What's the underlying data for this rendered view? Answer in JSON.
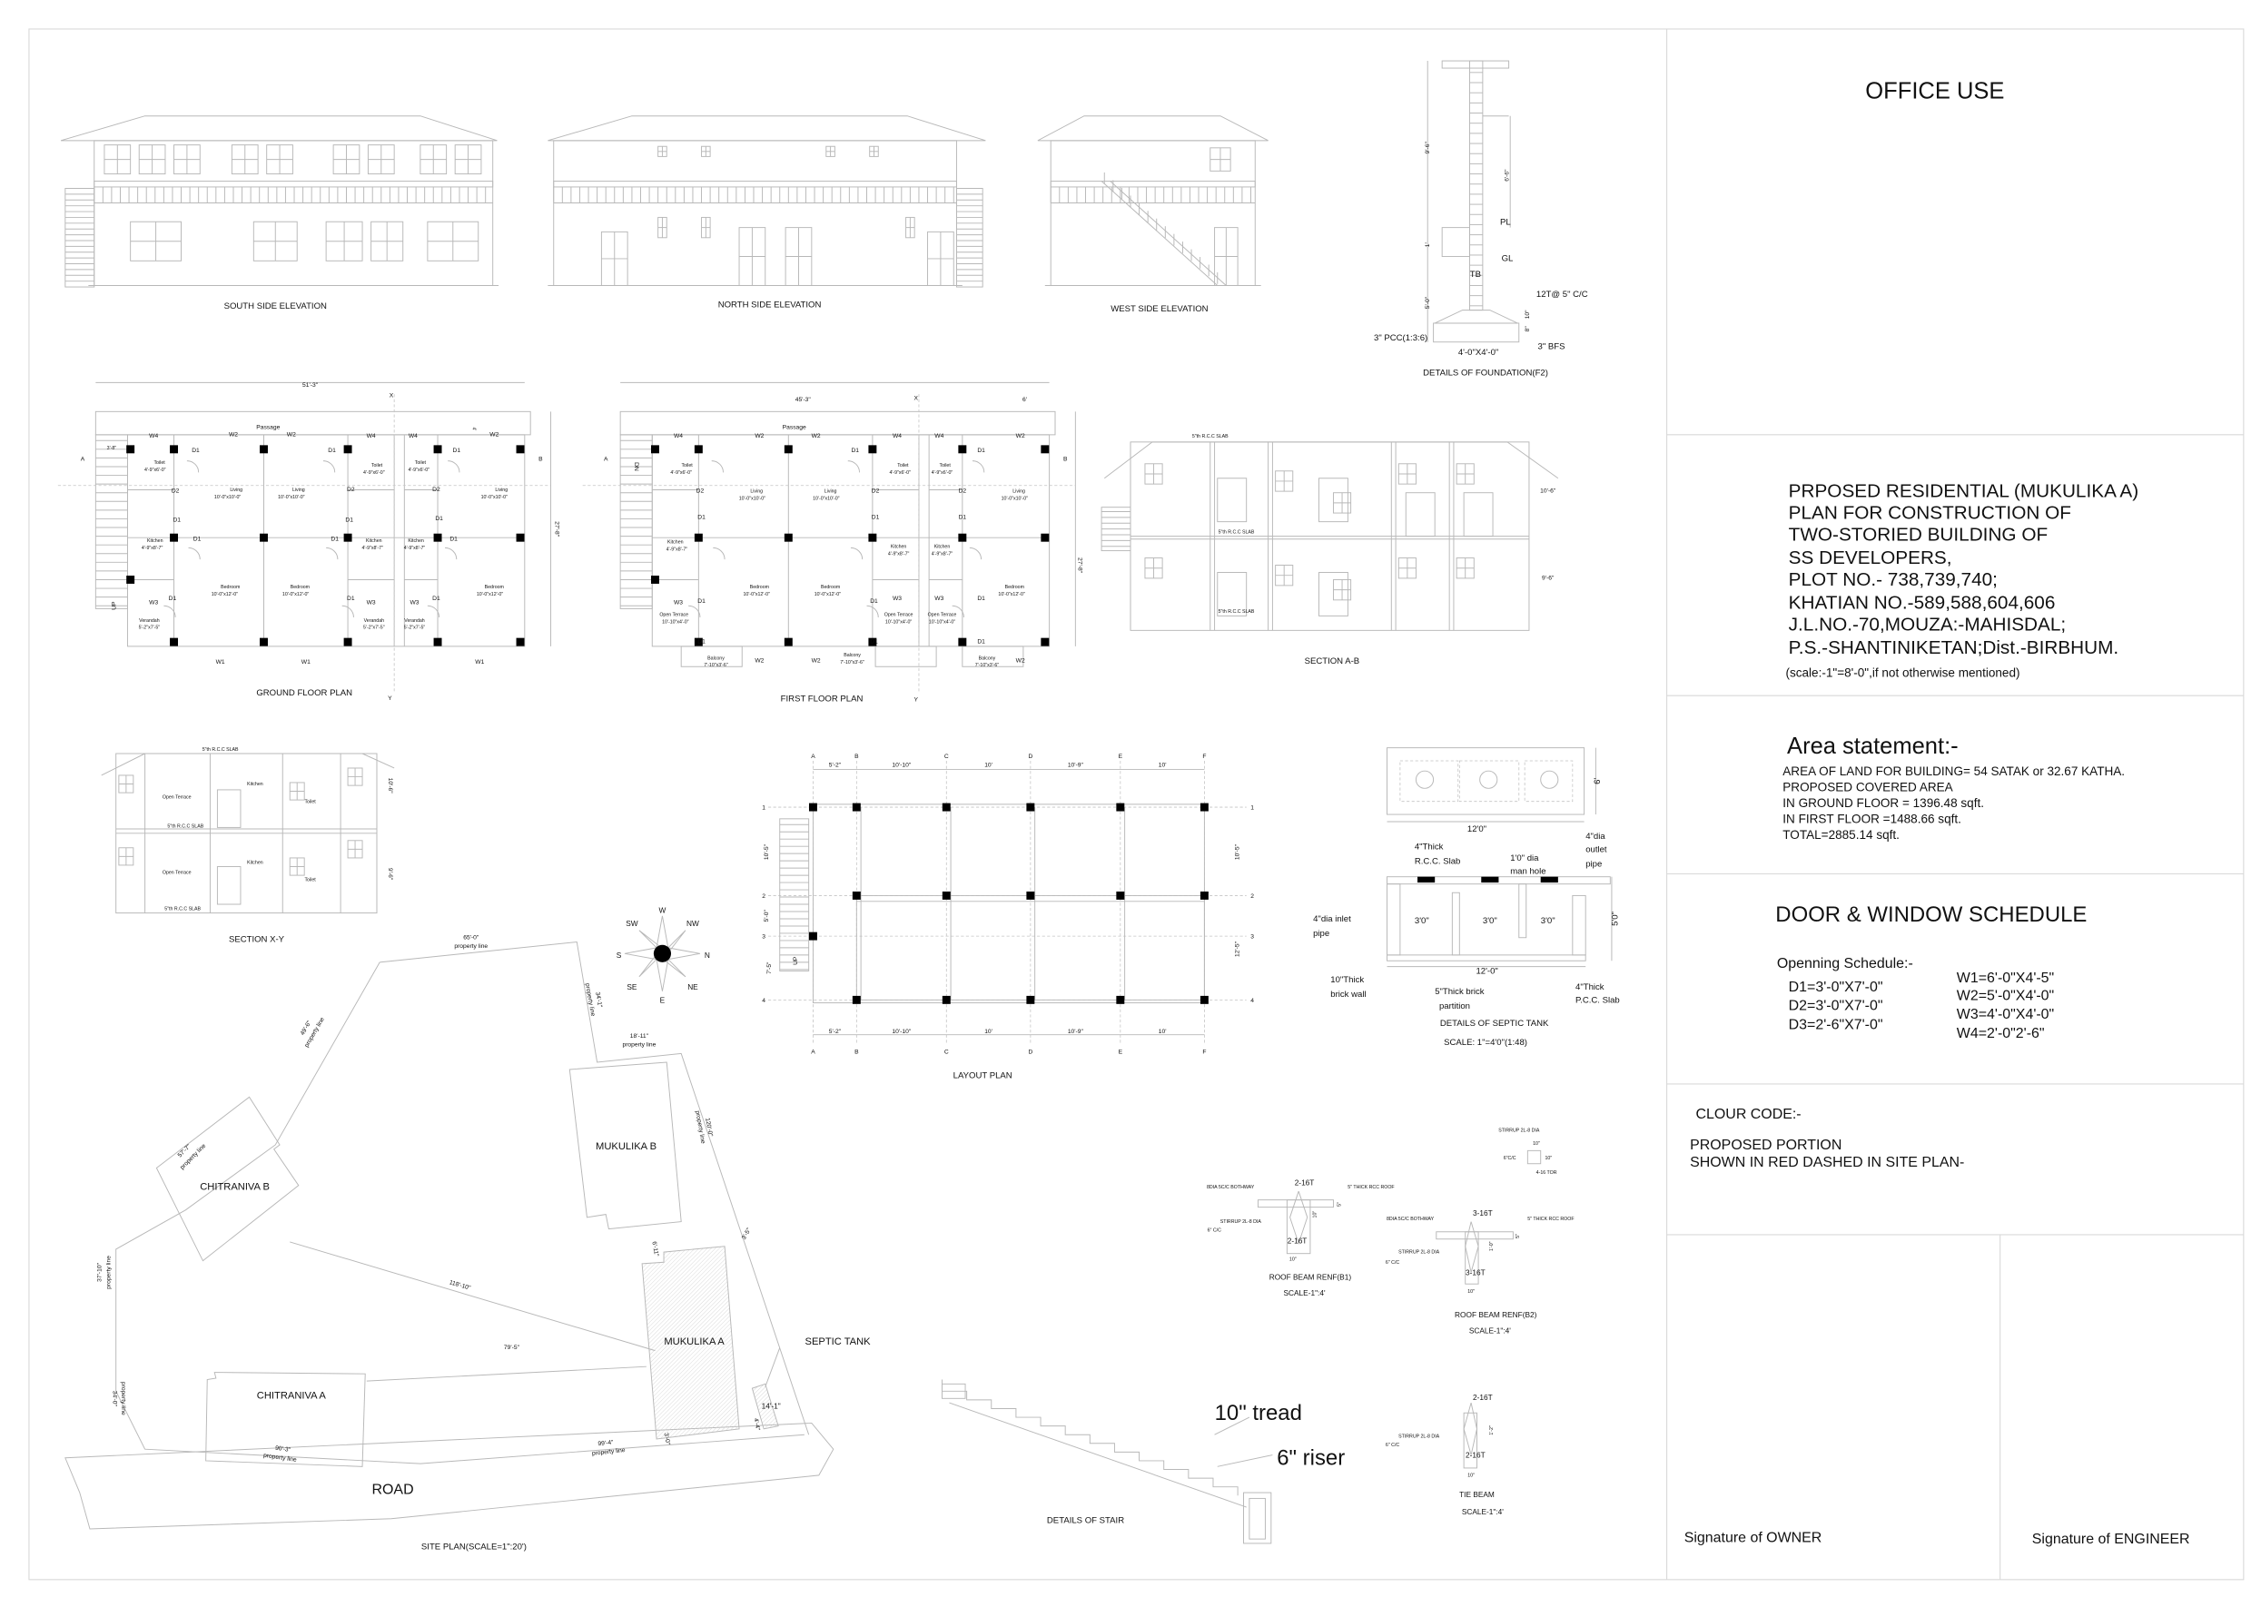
{
  "office_use": {
    "title": "OFFICE USE"
  },
  "title_block": {
    "lines": [
      "PRPOSED RESIDENTIAL (MUKULIKA A)",
      "PLAN FOR CONSTRUCTION OF",
      "TWO-STORIED BUILDING OF",
      "SS DEVELOPERS,",
      "PLOT NO.- 738,739,740;",
      "KHATIAN NO.-589,588,604,606",
      "J.L.NO.-70,MOUZA:-MAHISDAL;",
      "P.S.-SHANTINIKETAN;Dist.-BIRBHUM."
    ],
    "scale_note": "(scale:-1\"=8'-0\",if not otherwise mentioned)"
  },
  "area_statement": {
    "heading": "Area statement:-",
    "lines": [
      "AREA OF LAND FOR BUILDING= 54 SATAK or 32.67 KATHA.",
      "PROPOSED COVERED AREA",
      "IN GROUND FLOOR = 1396.48 sqft.",
      "IN FIRST FLOOR =1488.66 sqft.",
      "TOTAL=2885.14 sqft."
    ]
  },
  "schedule": {
    "heading": "DOOR & WINDOW SCHEDULE",
    "subheading": "Openning Schedule:-",
    "doors": [
      "D1=3'-0\"X7'-0\"",
      "D2=3'-0\"X7'-0\"",
      "D3=2'-6\"X7'-0\""
    ],
    "windows": [
      "W1=6'-0\"X4'-5\"",
      "W2=5'-0\"X4'-0\"",
      "W3=4'-0\"X4'-0\"",
      "W4=2'-0\"2'-6\""
    ]
  },
  "colour_code": {
    "heading": "CLOUR CODE:-",
    "lines": [
      "PROPOSED PORTION",
      "SHOWN IN RED DASHED IN SITE PLAN-"
    ]
  },
  "signatures": {
    "owner": "Signature of OWNER",
    "engineer": "Signature of ENGINEER"
  },
  "elevations": {
    "south": "SOUTH SIDE ELEVATION",
    "north": "NORTH SIDE ELEVATION",
    "west": "WEST SIDE ELEVATION"
  },
  "foundation": {
    "title": "DETAILS OF FOUNDATION(F2)",
    "labels": [
      "9'-6\"",
      "6'-6\"",
      "PL",
      "GL",
      "1'",
      "TB",
      "5'-0\"",
      "12T@ 5\" C/C",
      "10\"",
      "8\"",
      "3\" PCC(1:3:6)",
      "3\" BFS",
      "4'-0\"X4'-0\""
    ]
  },
  "ground_floor": {
    "title": "GROUND FLOOR PLAN",
    "labels": [
      "Passage",
      "W4",
      "W2",
      "W2",
      "W4",
      "W4",
      "W2",
      "D1",
      "D1",
      "D1",
      "Toilet",
      "4'-9\"x6'-0\"",
      "Toilet",
      "4'-9\"x6'-0\"",
      "Toilet",
      "4'-9\"x6'-0\"",
      "D2",
      "D2",
      "D2",
      "Living",
      "10'-0\"x10'-0\"",
      "Living",
      "10'-0\"x10'-0\"",
      "Living",
      "10'-0\"x10'-0\"",
      "D1",
      "D1",
      "D1",
      "Kitchen",
      "4'-9\"x8'-7\"",
      "Kitchen",
      "4'-9\"x8'-7\"",
      "Kitchen",
      "4'-9\"x8'-7\"",
      "D1",
      "D1",
      "D1",
      "Bedroom",
      "10'-0\"x12'-0\"",
      "Bedroom",
      "10'-0\"x12'-0\"",
      "Bedroom",
      "10'-0\"x12'-0\"",
      "W3",
      "D1",
      "D1",
      "W3",
      "W3",
      "D1",
      "Verandah",
      "5'-2\"x7'-5\"",
      "Verandah",
      "5'-2\"x7'-5\"",
      "Verandah",
      "5'-2\"x7'-5\"",
      "W1",
      "W1",
      "W1",
      "51'-3\"",
      "27'-8\"",
      "3'-8\"",
      "A",
      "B",
      "X",
      "Y",
      "UP",
      "4'"
    ]
  },
  "first_floor": {
    "title": "FIRST FLOOR PLAN",
    "labels": [
      "Passage",
      "W4",
      "W2",
      "W2",
      "W4",
      "W4",
      "W2",
      "D1",
      "D1",
      "Toilet",
      "4'-9\"x6'-0\"",
      "Toilet",
      "4'-9\"x6'-0\"",
      "Toilet",
      "4'-9\"x6'-0\"",
      "D2",
      "D2",
      "D2",
      "Living",
      "10'-0\"x10'-0\"",
      "Living",
      "10'-0\"x10'-0\"",
      "Living",
      "10'-0\"x10'-0\"",
      "D1",
      "D1",
      "D1",
      "Kitchen",
      "4'-9\"x8'-7\"",
      "Kitchen",
      "4'-9\"x8'-7\"",
      "Kitchen",
      "4'-9\"x8'-7\"",
      "Bedroom",
      "10'-0\"x12'-0\"",
      "Bedroom",
      "10'-0\"x12'-0\"",
      "Bedroom",
      "10'-0\"x12'-0\"",
      "W3",
      "D1",
      "D1",
      "W3",
      "W3",
      "D1",
      "Open Terrace",
      "10'-10\"x4'-0\"",
      "Open Terrace",
      "10'-10\"x4'-0\"",
      "Open Terrace",
      "10'-10\"x4'-0\"",
      "D1",
      "D1",
      "D1",
      "Balcony",
      "7'-10\"x3'-6\"",
      "Balcony",
      "7'-10\"x3'-6\"",
      "Balcony",
      "7'-10\"x3'-6\"",
      "W2",
      "W2",
      "W2",
      "45'-3\"",
      "6'",
      "27'-8\"",
      "A",
      "B",
      "X",
      "Y",
      "DN"
    ]
  },
  "section_ab": {
    "title": "SECTION A-B",
    "labels": [
      "5\"th R.C.C SLAB",
      "5\"th R.C.C SLAB",
      "5\"th R.C.C SLAB",
      "10'-6\"",
      "9'-6\""
    ]
  },
  "section_xy": {
    "title": "SECTION X-Y",
    "labels": [
      "5\"th R.C.C SLAB",
      "Open Terrace",
      "Kitchen",
      "Toilet",
      "5\"th R.C.C SLAB",
      "Open Terrace",
      "Kitchen",
      "Toilet",
      "5\"th R.C.C SLAB",
      "10'-6\"",
      "9'-6\""
    ]
  },
  "compass": {
    "points": [
      "W",
      "SW",
      "NW",
      "S",
      "N",
      "SE",
      "NE",
      "E"
    ]
  },
  "layout_plan": {
    "title": "LAYOUT PLAN",
    "column_lines": [
      "A",
      "B",
      "C",
      "D",
      "E",
      "F"
    ],
    "row_lines": [
      "1",
      "2",
      "3",
      "4"
    ],
    "spans": [
      "5'-2\"",
      "10'-10\"",
      "10'",
      "10'-9\"",
      "10'"
    ],
    "left_dims": [
      "10'-5\"",
      "5'-0\"",
      "7'-5\""
    ],
    "right_dims": [
      "10'-5\"",
      "12'-5\""
    ],
    "stair_label": "UP"
  },
  "septic_tank": {
    "title": "DETAILS OF SEPTIC TANK",
    "scale": "SCALE: 1\"=4'0\"(1:48)",
    "labels": [
      "6'",
      "12'0\"",
      "4\"Thick",
      "R.C.C. Slab",
      "1'0\" dia",
      "man hole",
      "4\"dia",
      "outlet",
      "pipe",
      "4\"dia inlet",
      "pipe",
      "3'0\"",
      "3'0\"",
      "3'0\"",
      "5'0\"",
      "12'-0\"",
      "10\"Thick",
      "brick wall",
      "5\"Thick brick",
      "partition",
      "4\"Thick",
      "P.C.C. Slab"
    ]
  },
  "site_plan": {
    "title": "SITE PLAN(SCALE=1\":20')",
    "road": "ROAD",
    "buildings": [
      "MUKULIKA B",
      "MUKULIKA A",
      "CHITRANIVA B",
      "CHITRANIVA A"
    ],
    "septic_label": "SEPTIC TANK",
    "property_lines": [
      "65'-0\"",
      "property line",
      "34'-1\"",
      "property line",
      "18'-11\"",
      "property line",
      "49'-6\"",
      "property line",
      "57'-7\"",
      "property line",
      "120'-0\"",
      "property line",
      "37'-10\"",
      "property line",
      "34'-0\"",
      "property line",
      "90'-3\"",
      "property line",
      "99'-4\"",
      "property line"
    ],
    "dims": [
      "118'-10\"",
      "79'-5\"",
      "6'-11\"",
      "3'-5\"",
      "14'-1\"",
      "4'-4\"",
      "3'-0\""
    ]
  },
  "beams": {
    "column": [
      "STIRRUP 2L-8 DIA",
      "10\"",
      "6\"C/C",
      "10\"",
      "4-16 TOR"
    ],
    "b1": [
      "8DIA 5C/C BOTHWAY",
      "2-16T",
      "5\" THICK RCC ROOF",
      "10\"",
      "5\"",
      "STIRRUP 2L-8 DIA",
      "6\" C/C",
      "2-16T",
      "10\"",
      "ROOF BEAM RENF(B1)",
      "SCALE-1\":4'"
    ],
    "b2": [
      "8DIA 5C/C BOTHWAY",
      "3-16T",
      "5\" THICK RCC ROOF",
      "1'-0\"",
      "5\"",
      "STIRRUP 2L-8 DIA",
      "6\" C/C",
      "3-16T",
      "10\"",
      "ROOF BEAM RENF(B2)",
      "SCALE-1\":4'"
    ],
    "tie": [
      "2-16T",
      "1'-2\"",
      "STIRRUP 2L-8 DIA",
      "6\" C/C",
      "2-16T",
      "10\"",
      "TIE BEAM",
      "SCALE-1\":4'"
    ]
  },
  "stair": {
    "tread": "10\" tread",
    "riser": "6\" riser",
    "title": "DETAILS OF STAIR"
  }
}
